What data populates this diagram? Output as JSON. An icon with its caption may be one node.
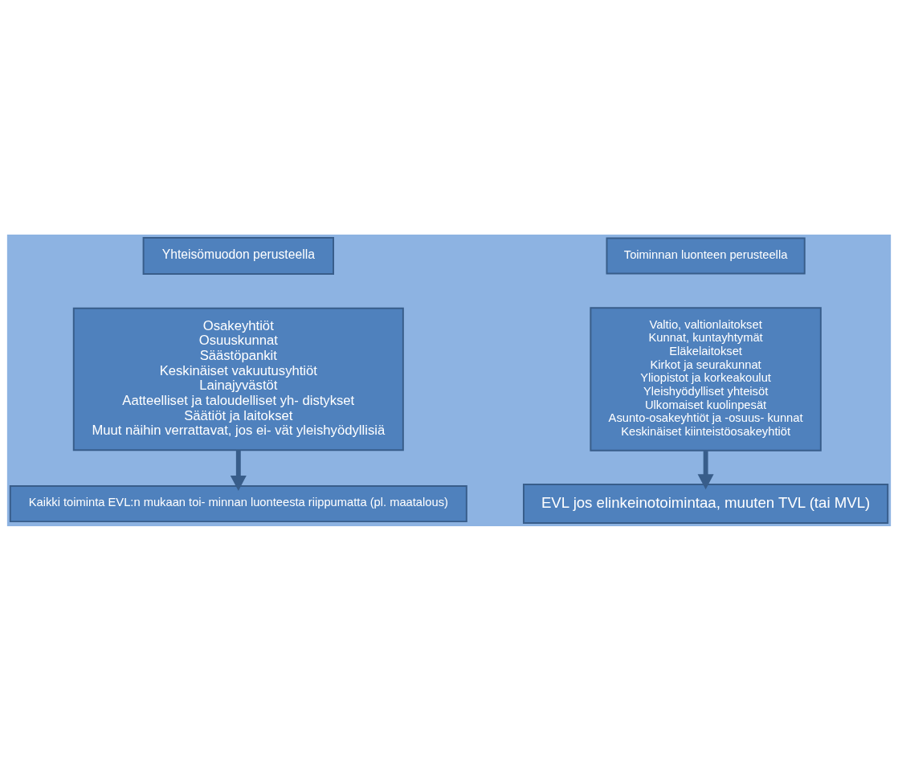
{
  "diagram": {
    "nodes": [
      {
        "text": [
          "Yhteisömuodon perusteella"
        ]
      },
      {
        "text": [
          "Toiminnan luonteen perusteella"
        ]
      },
      {
        "text": [
          "Osakeyhtiöt",
          "Osuuskunnat",
          "Säästöpankit",
          "Keskinäiset vakuutusyhtiöt",
          "Lainajyvästöt",
          "Aatteelliset ja taloudelliset yh- distykset",
          "Säätiöt ja laitokset",
          "Muut näihin verrattavat, jos ei- vät yleishyödyllisiä"
        ]
      },
      {
        "text": [
          "Valtio, valtionlaitokset",
          "Kunnat, kuntayhtymät",
          "Eläkelaitokset",
          "Kirkot ja seurakunnat",
          "Yliopistot ja korkeakoulut",
          "Yleishyödylliset yhteisöt",
          "Ulkomaiset kuolinpesät",
          "Asunto-osakeyhtiöt ja -osuus- kunnat",
          "Keskinäiset kiinteistöosakeyhtiöt"
        ]
      },
      {
        "text": [
          "Kaikki toiminta EVL:n mukaan toi- minnan luonteesta riippumatta (pl. maatalous)"
        ]
      },
      {
        "text": [
          "EVL jos elinkeinotoimintaa, muuten TVL (tai MVL)"
        ]
      }
    ],
    "edges": [
      {
        "from": 2,
        "to": 4,
        "arrow": "to"
      },
      {
        "from": 3,
        "to": 5,
        "arrow": "to"
      }
    ]
  }
}
